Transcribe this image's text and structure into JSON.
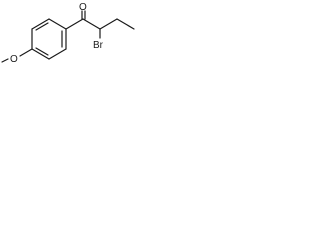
{
  "molecule": {
    "atoms": {
      "oxygen_carbonyl": "O",
      "bromine": "Br",
      "oxygen_ether": "O"
    }
  },
  "colors": {
    "ink": "#1a1a1a",
    "background": "#ffffff"
  }
}
